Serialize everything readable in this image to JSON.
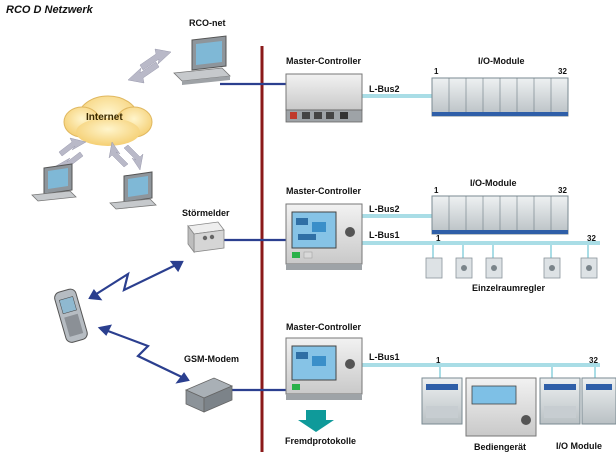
{
  "title": "RCO D Netzwerk",
  "labels": {
    "rco_net": "RCO-net",
    "internet": "Internet",
    "stoermelder": "Störmelder",
    "gsm_modem": "GSM-Modem",
    "master1": "Master-Controller",
    "master2": "Master-Controller",
    "master3": "Master-Controller",
    "lbus2_a": "L-Bus2",
    "lbus2_b": "L-Bus2",
    "lbus1_b": "L-Bus1",
    "lbus1_c": "L-Bus1",
    "io_modules_1": "I/O-Module",
    "io_modules_2": "I/O-Module",
    "io_modules_3": "I/O Module",
    "einzelraumregler": "Einzelraumregler",
    "fremdprotokolle": "Fremdprotokolle",
    "bediengeraet": "Bediengerät"
  },
  "numbers": {
    "r1_start": "1",
    "r1_end": "32",
    "r2_start": "1",
    "r2_end": "32",
    "r3_start": "1",
    "r3_end": "32",
    "r4_start": "1",
    "r4_end": "32"
  },
  "colors": {
    "backbone": "#8b1a1a",
    "link": "#2b3f8f",
    "bus": "#a9dde6",
    "arrow_gray": "#b9b9c8",
    "arrow_teal": "#0f9a9a",
    "cloud": "#ffe7a6"
  }
}
